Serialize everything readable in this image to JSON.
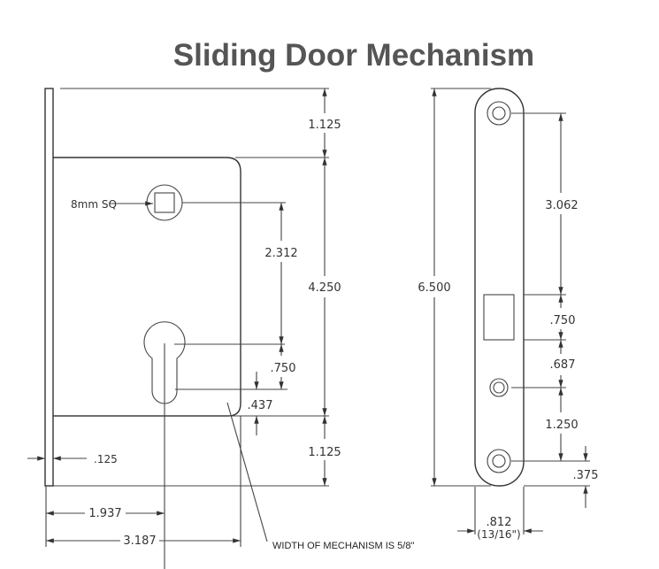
{
  "title": "Sliding Door Mechanism",
  "left_view": {
    "spindle_label": "8mm SQ",
    "dims": {
      "top_offset": "1.125",
      "body_height": "4.250",
      "bottom_offset": "1.125",
      "spindle_to_cylinder": "2.312",
      "cylinder_slot": ".750",
      "slot_to_bottom": ".437",
      "plate_thickness": ".125",
      "backset": "1.937",
      "total_depth": "3.187"
    },
    "note": "WIDTH OF MECHANISM IS 5/8\""
  },
  "right_view": {
    "dims": {
      "total_height": "6.500",
      "top_hole_to_latch": "3.062",
      "latch_height": ".750",
      "latch_to_hole": ".687",
      "hole_to_hole": "1.250",
      "hole_to_end": ".375",
      "width": ".812",
      "width_fraction": "(13/16\")"
    }
  }
}
